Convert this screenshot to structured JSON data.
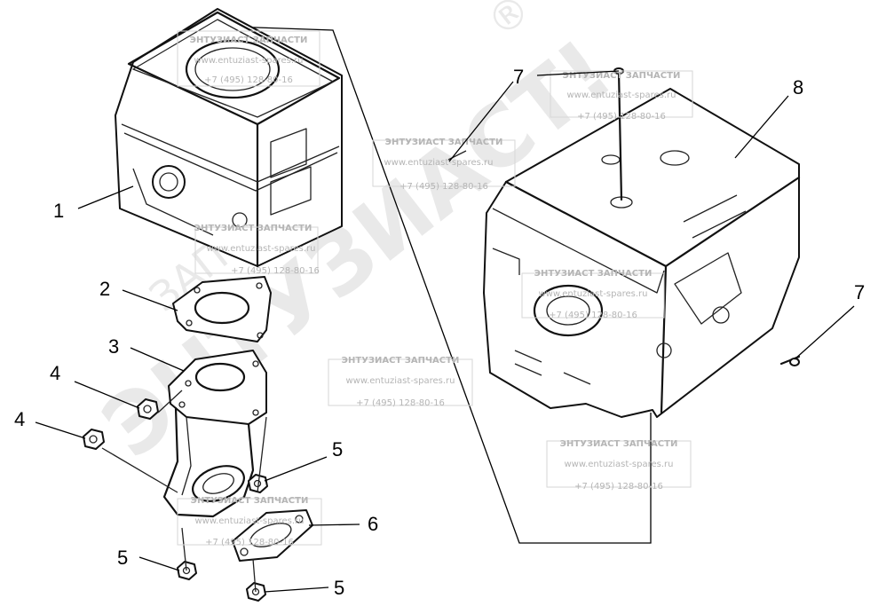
{
  "callouts": {
    "c1": "1",
    "c2": "2",
    "c3": "3",
    "c4a": "4",
    "c4b": "4",
    "c5a": "5",
    "c5b": "5",
    "c5c": "5",
    "c6": "6",
    "c7a": "7",
    "c7b": "7",
    "c8": "8"
  },
  "watermark": {
    "brand": "ЭНТУЗИАСТ!",
    "sub": "ЗАПЧАСТИ",
    "mark": "®",
    "stamp_line1": "ЭНТУЗИАСТ ЗАПЧАСТИ",
    "stamp_line2": "www.entuziast-spares.ru",
    "stamp_line3": "+7 (495) 128-80-16"
  }
}
